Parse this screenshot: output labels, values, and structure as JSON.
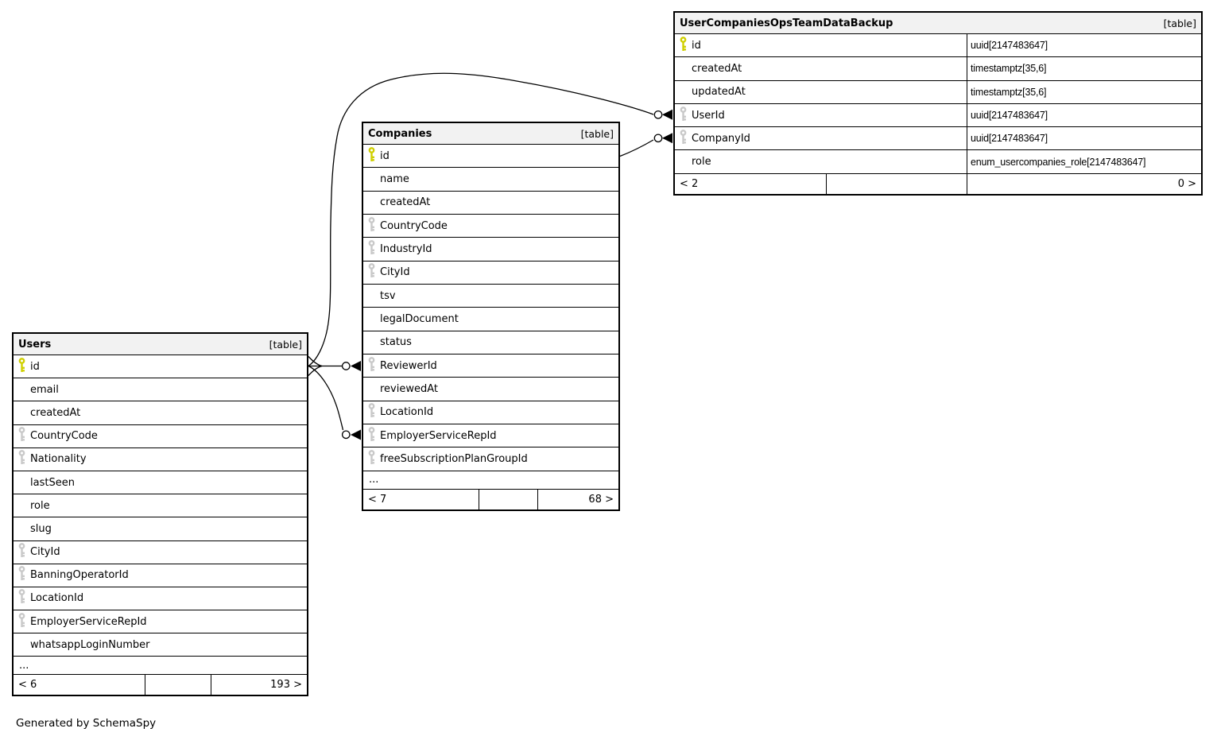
{
  "diagram": {
    "credit": "Generated by SchemaSpy",
    "colors": {
      "primary_key": "#cfcf00",
      "foreign_key": "#c9c9c9",
      "header_bg": "#f2f2f2",
      "border": "#000000",
      "edge": "#000000",
      "background": "#ffffff"
    },
    "tables": [
      {
        "id": "users",
        "title": "Users",
        "badge": "[table]",
        "columns": [
          {
            "name": "id",
            "key": "primary"
          },
          {
            "name": "email",
            "key": "none"
          },
          {
            "name": "createdAt",
            "key": "none"
          },
          {
            "name": "CountryCode",
            "key": "foreign"
          },
          {
            "name": "Nationality",
            "key": "foreign"
          },
          {
            "name": "lastSeen",
            "key": "none"
          },
          {
            "name": "role",
            "key": "none"
          },
          {
            "name": "slug",
            "key": "none"
          },
          {
            "name": "CityId",
            "key": "foreign"
          },
          {
            "name": "BanningOperatorId",
            "key": "foreign"
          },
          {
            "name": "LocationId",
            "key": "foreign"
          },
          {
            "name": "EmployerServiceRepId",
            "key": "foreign"
          },
          {
            "name": "whatsappLoginNumber",
            "key": "none"
          }
        ],
        "ellipsis": "...",
        "footer": {
          "left": "< 6",
          "middle": "",
          "right": "193 >"
        }
      },
      {
        "id": "companies",
        "title": "Companies",
        "badge": "[table]",
        "columns": [
          {
            "name": "id",
            "key": "primary"
          },
          {
            "name": "name",
            "key": "none"
          },
          {
            "name": "createdAt",
            "key": "none"
          },
          {
            "name": "CountryCode",
            "key": "foreign"
          },
          {
            "name": "IndustryId",
            "key": "foreign"
          },
          {
            "name": "CityId",
            "key": "foreign"
          },
          {
            "name": "tsv",
            "key": "none"
          },
          {
            "name": "legalDocument",
            "key": "none"
          },
          {
            "name": "status",
            "key": "none"
          },
          {
            "name": "ReviewerId",
            "key": "foreign"
          },
          {
            "name": "reviewedAt",
            "key": "none"
          },
          {
            "name": "LocationId",
            "key": "foreign"
          },
          {
            "name": "EmployerServiceRepId",
            "key": "foreign"
          },
          {
            "name": "freeSubscriptionPlanGroupId",
            "key": "foreign"
          }
        ],
        "ellipsis": "...",
        "footer": {
          "left": "< 7",
          "middle": "",
          "right": "68 >"
        }
      },
      {
        "id": "backup",
        "title": "UserCompaniesOpsTeamDataBackup",
        "badge": "[table]",
        "columns": [
          {
            "name": "id",
            "key": "primary",
            "type": "uuid[2147483647]"
          },
          {
            "name": "createdAt",
            "key": "none",
            "type": "timestamptz[35,6]"
          },
          {
            "name": "updatedAt",
            "key": "none",
            "type": "timestamptz[35,6]"
          },
          {
            "name": "UserId",
            "key": "foreign",
            "type": "uuid[2147483647]"
          },
          {
            "name": "CompanyId",
            "key": "foreign",
            "type": "uuid[2147483647]"
          },
          {
            "name": "role",
            "key": "none",
            "type": "enum_usercompanies_role[2147483647]"
          }
        ],
        "footer": {
          "left": "< 2",
          "middle": "",
          "right": "0 >"
        }
      }
    ],
    "relationships": [
      {
        "from": "Users.id",
        "to": "Companies.ReviewerId"
      },
      {
        "from": "Users.id",
        "to": "Companies.EmployerServiceRepId"
      },
      {
        "from": "Users.id",
        "to": "UserCompaniesOpsTeamDataBackup.UserId"
      },
      {
        "from": "Companies.id",
        "to": "UserCompaniesOpsTeamDataBackup.CompanyId"
      }
    ]
  }
}
